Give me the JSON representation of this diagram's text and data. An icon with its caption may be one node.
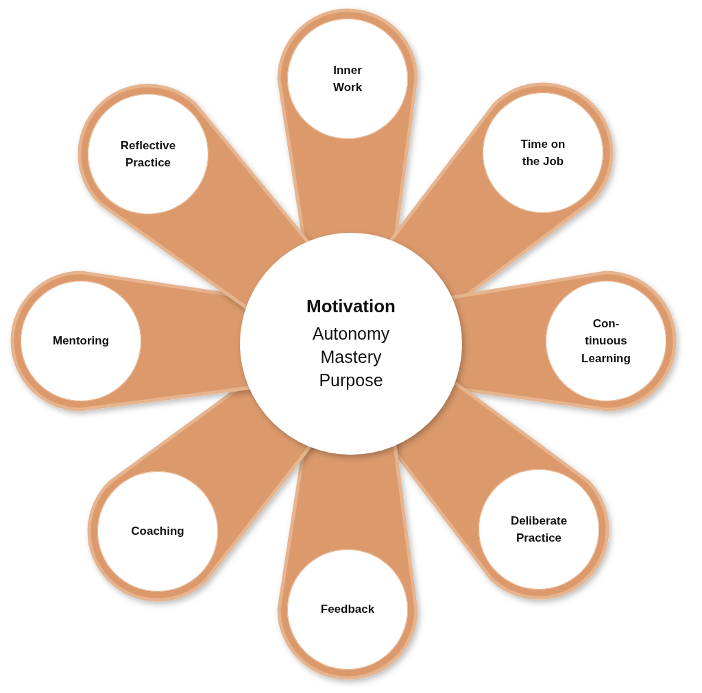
{
  "diagram": {
    "nodes": [
      {
        "text": [
          "Motivation",
          "Autonomy Mastery Purpose"
        ]
      },
      {
        "text": [
          "Inner Work"
        ]
      },
      {
        "text": [
          "Time on the Job"
        ]
      },
      {
        "text": [
          "Con- tinuous Learning"
        ]
      },
      {
        "text": [
          "Deliberate Practice"
        ]
      },
      {
        "text": [
          "Feedback"
        ]
      },
      {
        "text": [
          "Coaching"
        ]
      },
      {
        "text": [
          "Mentoring"
        ]
      },
      {
        "text": [
          "Reflective Practice"
        ]
      }
    ]
  }
}
